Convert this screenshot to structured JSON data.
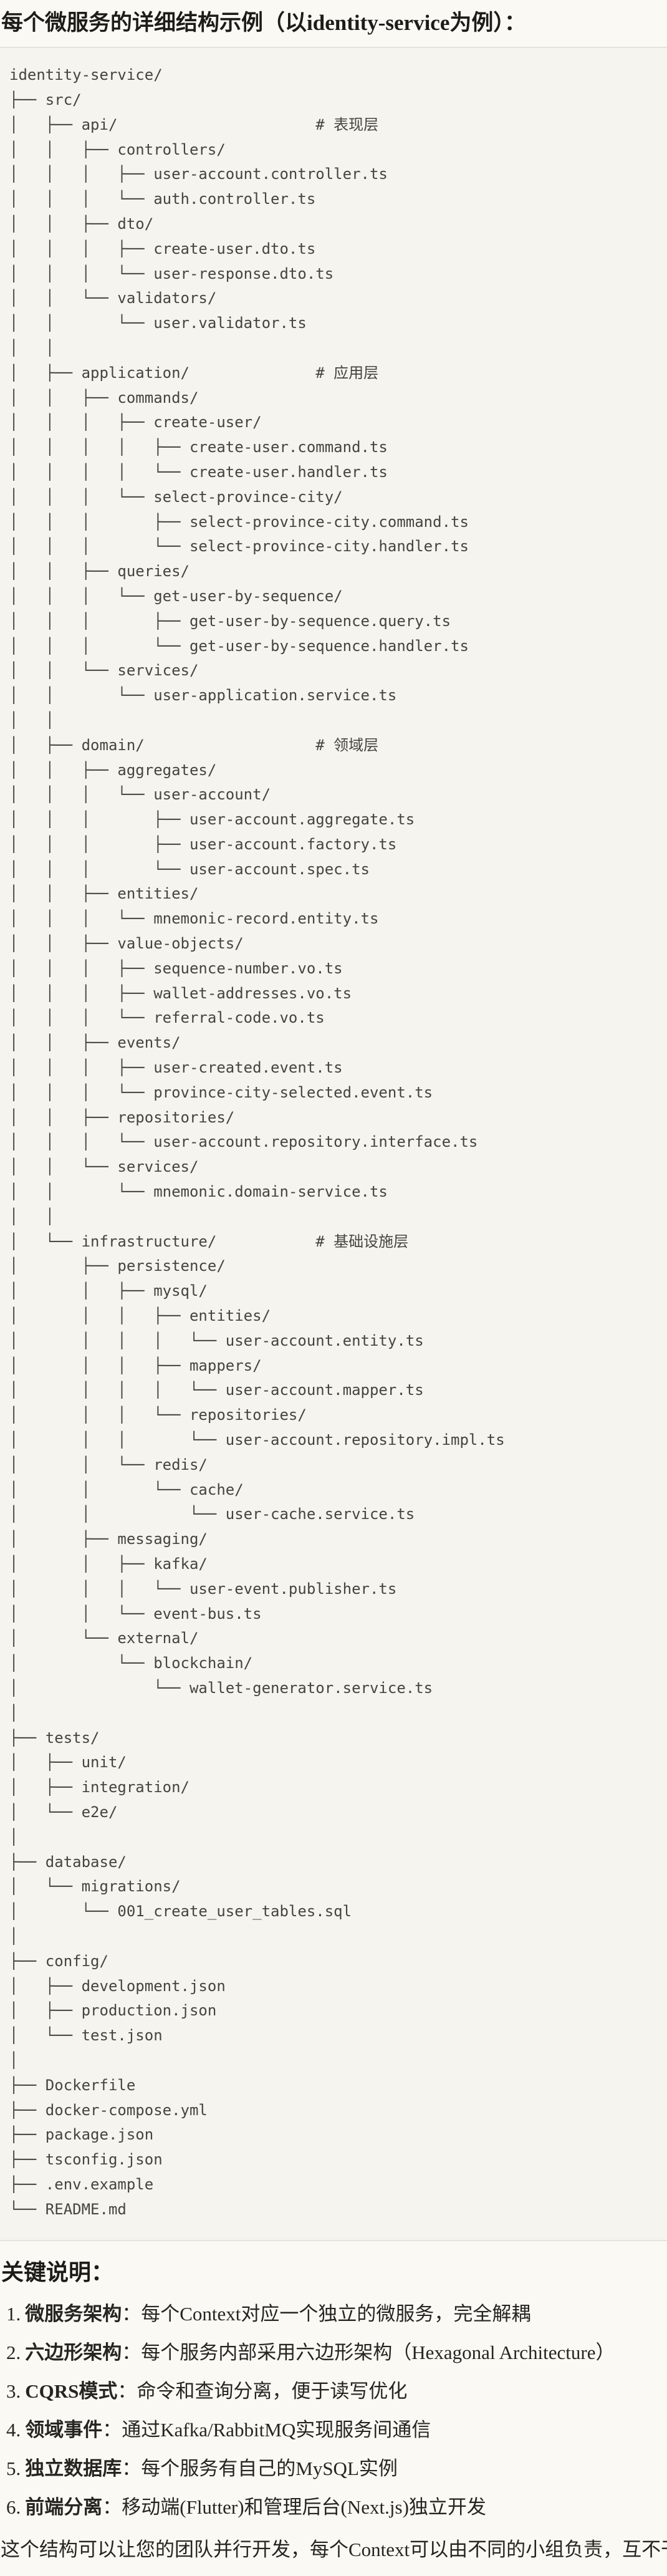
{
  "page": {
    "title": "每个微服务的详细结构示例（以identity-service为例）："
  },
  "code_block": {
    "language": "plaintext-tree",
    "tree_lines": [
      "identity-service/",
      "├── src/",
      "│   ├── api/                      # 表现层",
      "│   │   ├── controllers/",
      "│   │   │   ├── user-account.controller.ts",
      "│   │   │   └── auth.controller.ts",
      "│   │   ├── dto/",
      "│   │   │   ├── create-user.dto.ts",
      "│   │   │   └── user-response.dto.ts",
      "│   │   └── validators/",
      "│   │       └── user.validator.ts",
      "│   │",
      "│   ├── application/              # 应用层",
      "│   │   ├── commands/",
      "│   │   │   ├── create-user/",
      "│   │   │   │   ├── create-user.command.ts",
      "│   │   │   │   └── create-user.handler.ts",
      "│   │   │   └── select-province-city/",
      "│   │   │       ├── select-province-city.command.ts",
      "│   │   │       └── select-province-city.handler.ts",
      "│   │   ├── queries/",
      "│   │   │   └── get-user-by-sequence/",
      "│   │   │       ├── get-user-by-sequence.query.ts",
      "│   │   │       └── get-user-by-sequence.handler.ts",
      "│   │   └── services/",
      "│   │       └── user-application.service.ts",
      "│   │",
      "│   ├── domain/                   # 领域层",
      "│   │   ├── aggregates/",
      "│   │   │   └── user-account/",
      "│   │   │       ├── user-account.aggregate.ts",
      "│   │   │       ├── user-account.factory.ts",
      "│   │   │       └── user-account.spec.ts",
      "│   │   ├── entities/",
      "│   │   │   └── mnemonic-record.entity.ts",
      "│   │   ├── value-objects/",
      "│   │   │   ├── sequence-number.vo.ts",
      "│   │   │   ├── wallet-addresses.vo.ts",
      "│   │   │   └── referral-code.vo.ts",
      "│   │   ├── events/",
      "│   │   │   ├── user-created.event.ts",
      "│   │   │   └── province-city-selected.event.ts",
      "│   │   ├── repositories/",
      "│   │   │   └── user-account.repository.interface.ts",
      "│   │   └── services/",
      "│   │       └── mnemonic.domain-service.ts",
      "│   │",
      "│   └── infrastructure/           # 基础设施层",
      "│       ├── persistence/",
      "│       │   ├── mysql/",
      "│       │   │   ├── entities/",
      "│       │   │   │   └── user-account.entity.ts",
      "│       │   │   ├── mappers/",
      "│       │   │   │   └── user-account.mapper.ts",
      "│       │   │   └── repositories/",
      "│       │   │       └── user-account.repository.impl.ts",
      "│       │   └── redis/",
      "│       │       └── cache/",
      "│       │           └── user-cache.service.ts",
      "│       ├── messaging/",
      "│       │   ├── kafka/",
      "│       │   │   └── user-event.publisher.ts",
      "│       │   └── event-bus.ts",
      "│       └── external/",
      "│           └── blockchain/",
      "│               └── wallet-generator.service.ts",
      "│",
      "├── tests/",
      "│   ├── unit/",
      "│   ├── integration/",
      "│   └── e2e/",
      "│",
      "├── database/",
      "│   └── migrations/",
      "│       └── 001_create_user_tables.sql",
      "│",
      "├── config/",
      "│   ├── development.json",
      "│   ├── production.json",
      "│   └── test.json",
      "│",
      "├── Dockerfile",
      "├── docker-compose.yml",
      "├── package.json",
      "├── tsconfig.json",
      "├── .env.example",
      "└── README.md"
    ]
  },
  "notes": {
    "heading": "关键说明：",
    "items": [
      {
        "num": "1.",
        "label": "微服务架构",
        "colon": "：",
        "text": "每个Context对应一个独立的微服务，完全解耦"
      },
      {
        "num": "2.",
        "label": "六边形架构",
        "colon": "：",
        "text": "每个服务内部采用六边形架构（Hexagonal Architecture）"
      },
      {
        "num": "3.",
        "label": "CQRS模式",
        "colon": "：",
        "text": "命令和查询分离，便于读写优化"
      },
      {
        "num": "4.",
        "label": "领域事件",
        "colon": "：",
        "text": "通过Kafka/RabbitMQ实现服务间通信"
      },
      {
        "num": "5.",
        "label": "独立数据库",
        "colon": "：",
        "text": "每个服务有自己的MySQL实例"
      },
      {
        "num": "6.",
        "label": "前端分离",
        "colon": "：",
        "text": "移动端(Flutter)和管理后台(Next.js)独立开发"
      }
    ]
  },
  "closing": "这个结构可以让您的团队并行开发，每个Context可以由不同的小组负责，互不干扰。",
  "colors": {
    "page_background": "#faf9f4",
    "code_background": "#f5f4ee",
    "code_border": "#e4e2d9",
    "code_text": "#45453f",
    "heading_text": "#1d1c19",
    "body_text": "#262521"
  }
}
